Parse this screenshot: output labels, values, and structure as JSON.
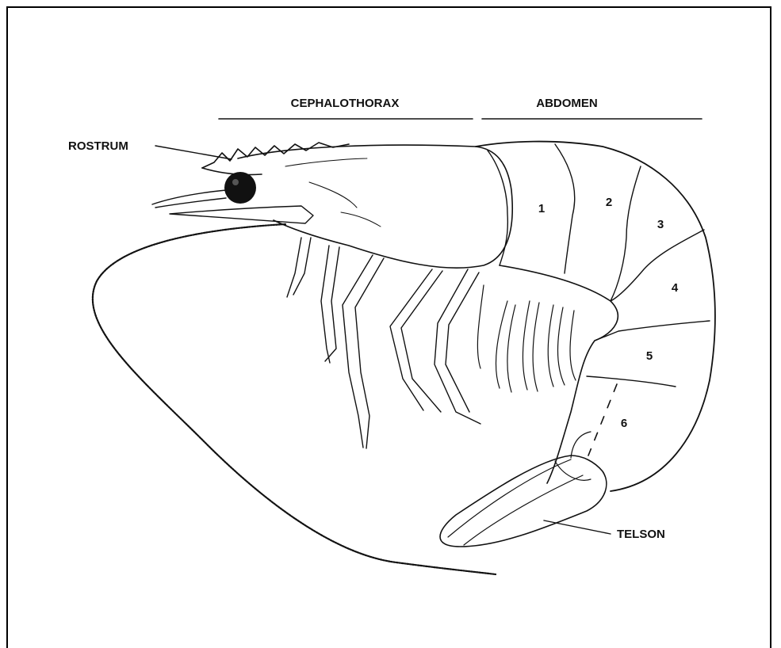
{
  "regions": {
    "cephalothorax": "CEPHALOTHORAX",
    "abdomen": "ABDOMEN"
  },
  "parts": {
    "rostrum": "ROSTRUM",
    "telson": "TELSON"
  },
  "segments": [
    "1",
    "2",
    "3",
    "4",
    "5",
    "6"
  ]
}
